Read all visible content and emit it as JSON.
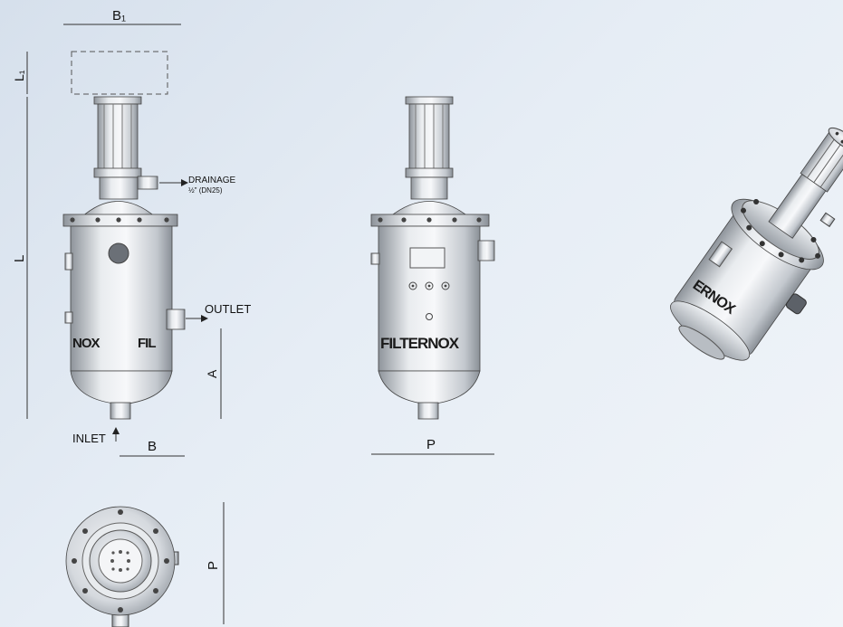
{
  "labels": {
    "b1": "B₁",
    "l1": "L₁",
    "l": "L",
    "drainage": "DRAINAGE",
    "drainage_size": "½\" (DN25)",
    "outlet": "OUTLET",
    "inlet": "INLET",
    "a": "A",
    "b": "B",
    "p_front": "P",
    "p_top": "P"
  },
  "brand": {
    "side_left": "NOX",
    "side_right": "FIL",
    "front": "FILTERNOX",
    "iso": "ERNOX"
  },
  "colors": {
    "background": "#e3eaf3",
    "metal_dark": "#8e949b",
    "metal_light": "#f4f6f8",
    "line": "#333333"
  }
}
